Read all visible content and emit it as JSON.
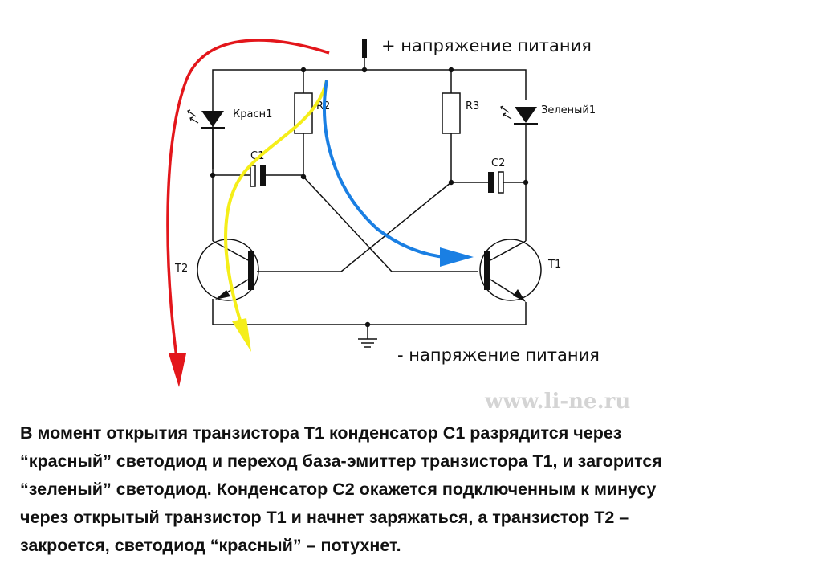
{
  "labels": {
    "plus_supply": "+ напряжение питания",
    "minus_supply": "- напряжение питания",
    "led_red": "Красн1",
    "led_green": "Зеленый1",
    "r2": "R2",
    "r3": "R3",
    "c1": "C1",
    "c2": "C2",
    "t1": "T1",
    "t2": "T2"
  },
  "watermark": "www.li-ne.ru",
  "caption": "В момент открытия транзистора Т1 конденсатор С1 разрядится через\n“красный” светодиод и переход база-эмиттер транзистора Т1, и загорится\n“зеленый” светодиод. Конденсатор С2 окажется подключенным к минусу\nчерез открытый транзистор Т1 и начнет заряжаться, а транзистор Т2 –\nзакроется, светодиод “красный” – потухнет.",
  "colors": {
    "wire": "#111111",
    "arrow_red": "#e3161b",
    "arrow_yellow": "#f5ee19",
    "arrow_blue": "#1a7fe3",
    "watermark": "#d4d4d4"
  }
}
